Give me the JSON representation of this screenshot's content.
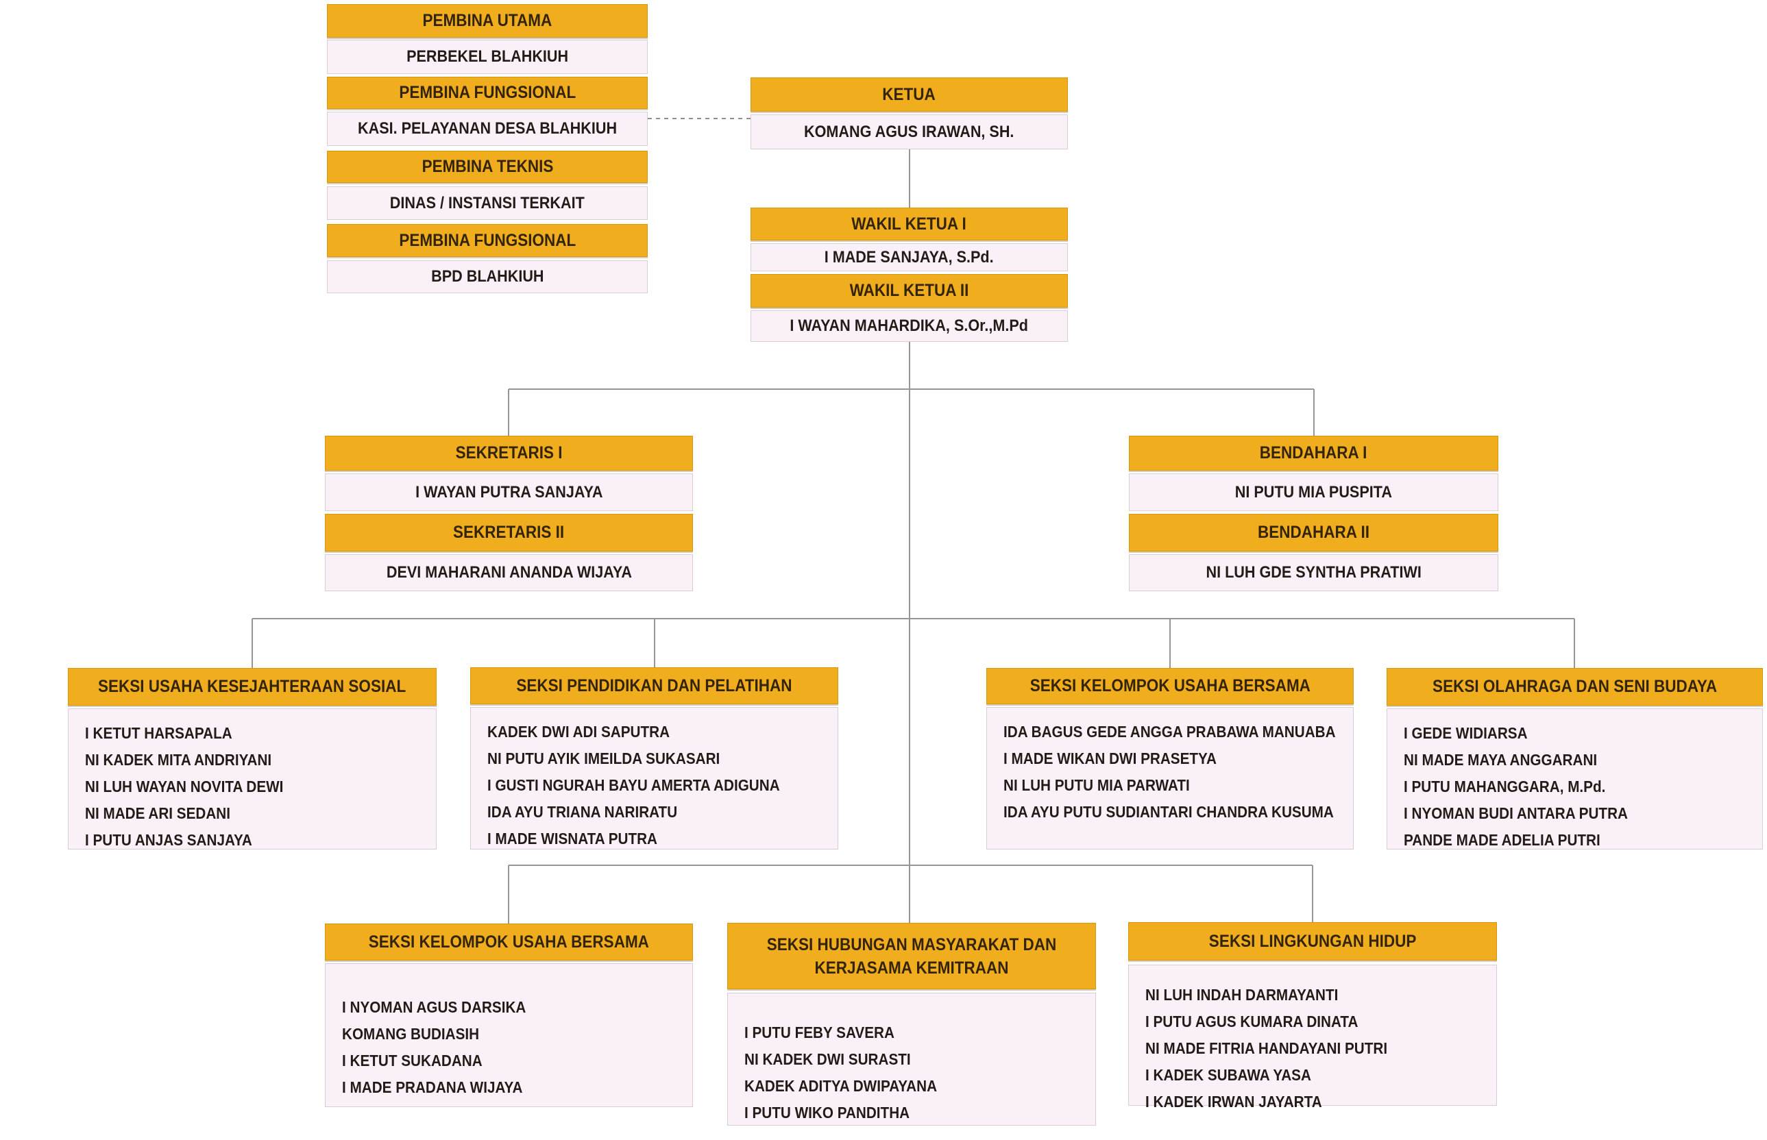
{
  "colors": {
    "header_gold": "#F0AD1E",
    "body_pink": "#FAF0F7",
    "connector_gray": "#969696"
  },
  "pembina": [
    {
      "title": "PEMBINA UTAMA",
      "value": "PERBEKEL BLAHKIUH"
    },
    {
      "title": "PEMBINA FUNGSIONAL",
      "value": "KASI. PELAYANAN DESA BLAHKIUH"
    },
    {
      "title": "PEMBINA TEKNIS",
      "value": "DINAS / INSTANSI TERKAIT"
    },
    {
      "title": "PEMBINA FUNGSIONAL",
      "value": "BPD BLAHKIUH"
    }
  ],
  "ketua": {
    "title": "KETUA",
    "name": "KOMANG AGUS IRAWAN, SH."
  },
  "wakil_ketua": [
    {
      "title": "WAKIL KETUA I",
      "name": "I MADE SANJAYA, S.Pd."
    },
    {
      "title": "WAKIL KETUA II",
      "name": "I WAYAN MAHARDIKA, S.Or.,M.Pd"
    }
  ],
  "sekretaris": [
    {
      "title": "SEKRETARIS I",
      "name": "I WAYAN PUTRA SANJAYA"
    },
    {
      "title": "SEKRETARIS II",
      "name": "DEVI MAHARANI ANANDA WIJAYA"
    }
  ],
  "bendahara": [
    {
      "title": "BENDAHARA I",
      "name": "NI PUTU MIA PUSPITA"
    },
    {
      "title": "BENDAHARA II",
      "name": "NI LUH GDE SYNTHA PRATIWI"
    }
  ],
  "seksi_row1": [
    {
      "title": "SEKSI USAHA KESEJAHTERAAN SOSIAL",
      "members": [
        "I KETUT HARSAPALA",
        "NI KADEK MITA ANDRIYANI",
        "NI LUH WAYAN NOVITA DEWI",
        "NI MADE ARI SEDANI",
        "I PUTU ANJAS SANJAYA"
      ]
    },
    {
      "title": "SEKSI PENDIDIKAN DAN PELATIHAN",
      "members": [
        "KADEK DWI ADI SAPUTRA",
        "NI PUTU AYIK IMEILDA SUKASARI",
        "I GUSTI NGURAH BAYU AMERTA ADIGUNA",
        "IDA AYU TRIANA NARIRATU",
        "I MADE WISNATA PUTRA"
      ]
    },
    {
      "title": "SEKSI KELOMPOK USAHA BERSAMA",
      "members": [
        "IDA BAGUS GEDE ANGGA PRABAWA MANUABA",
        "I MADE WIKAN DWI PRASETYA",
        "NI LUH PUTU MIA PARWATI",
        "IDA AYU PUTU SUDIANTARI CHANDRA KUSUMA"
      ]
    },
    {
      "title": "SEKSI OLAHRAGA DAN SENI BUDAYA",
      "members": [
        "I GEDE WIDIARSA",
        "NI MADE MAYA ANGGARANI",
        "I PUTU MAHANGGARA, M.Pd.",
        "I NYOMAN BUDI ANTARA PUTRA",
        "PANDE MADE ADELIA PUTRI"
      ]
    }
  ],
  "seksi_row2": [
    {
      "title": "SEKSI KELOMPOK USAHA BERSAMA",
      "members": [
        "I NYOMAN AGUS DARSIKA",
        "KOMANG BUDIASIH",
        "I KETUT SUKADANA",
        "I MADE PRADANA WIJAYA"
      ]
    },
    {
      "title": "SEKSI HUBUNGAN MASYARAKAT DAN KERJASAMA KEMITRAAN",
      "members": [
        "I PUTU FEBY SAVERA",
        "NI KADEK DWI SURASTI",
        "KADEK ADITYA DWIPAYANA",
        "I PUTU WIKO PANDITHA"
      ]
    },
    {
      "title": "SEKSI LINGKUNGAN HIDUP",
      "members": [
        "NI LUH INDAH DARMAYANTI",
        "I PUTU AGUS KUMARA DINATA",
        "NI MADE FITRIA HANDAYANI PUTRI",
        "I KADEK SUBAWA YASA",
        "I KADEK IRWAN JAYARTA"
      ]
    }
  ]
}
